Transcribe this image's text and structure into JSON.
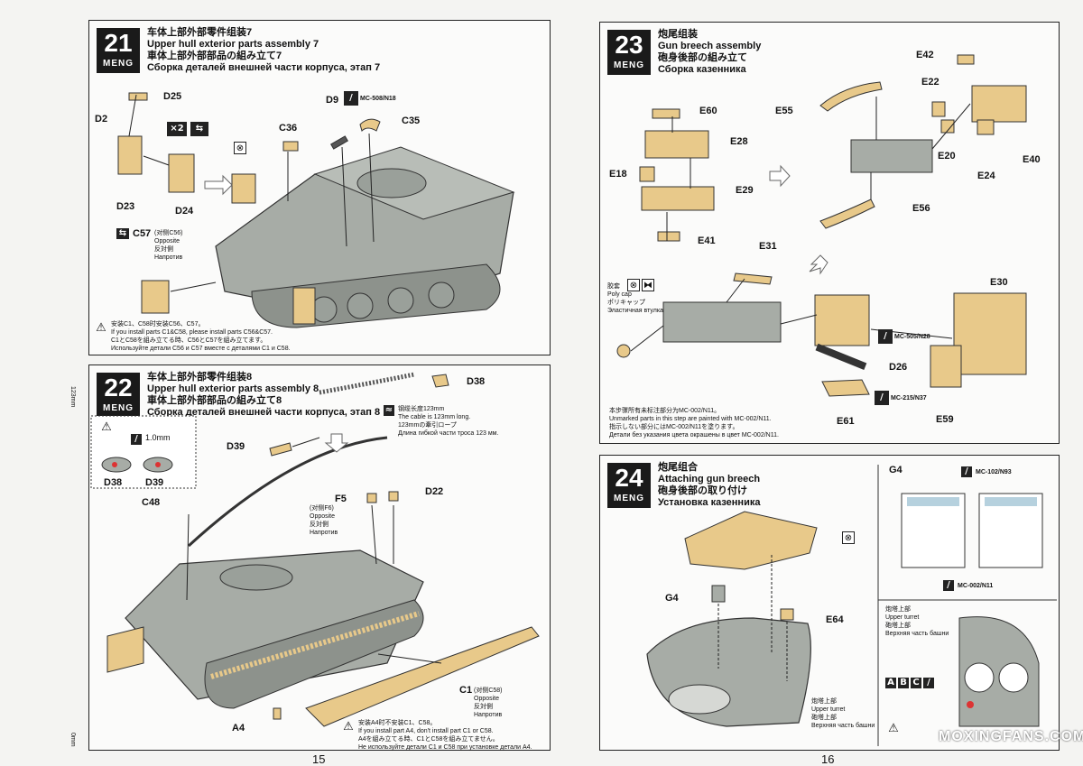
{
  "steps": [
    {
      "number": "21",
      "brand": "MENG",
      "title_cn": "车体上部外部零件组装7",
      "title_en": "Upper hull exterior parts assembly 7",
      "title_jp": "車体上部外部部品の組み立て7",
      "title_ru": "Сборка деталей внешней части корпуса, этап 7",
      "labels": {
        "d25": "D25",
        "d2": "D2",
        "d23": "D23",
        "d24": "D24",
        "c36": "C36",
        "d9": "D9",
        "c35": "C35",
        "c57": "C57"
      },
      "paint": "MC-508/N18",
      "x2": "×2",
      "c57_opposite": [
        "(对侧C56)",
        "Opposite",
        "反対側",
        "Напротив"
      ],
      "notes": [
        "安装C1、C58时安装C56、C57。",
        "If you install parts C1&C58, please install parts C56&C57.",
        "C1とC58を組み立てる時、C56とC57を組み立てます。",
        "Используйте детали C56 и C57 вместе с деталями C1 и C58."
      ]
    },
    {
      "number": "22",
      "brand": "MENG",
      "title_cn": "车体上部外部零件组装8",
      "title_en": "Upper hull exterior parts assembly 8",
      "title_jp": "車体上部外部部品の組み立て8",
      "title_ru": "Сборка деталей внешней части корпуса, этап 8",
      "labels": {
        "d38": "D38",
        "d39": "D39",
        "c48": "C48",
        "f5": "F5",
        "d22": "D22",
        "c1": "C1",
        "a4": "A4"
      },
      "drill": "1.0mm",
      "inset_labels": [
        "D38",
        "D39"
      ],
      "cable_note": [
        "钢缆长度123mm",
        "The cable is 123mm long.",
        "123mmの牽引ロープ",
        "Длина гибкой части троса 123 мм."
      ],
      "f5_opposite": [
        "(对侧F6)",
        "Opposite",
        "反対側",
        "Напротив"
      ],
      "c1_opposite": [
        "(对侧C58)",
        "Opposite",
        "反対側",
        "Напротив"
      ],
      "notes": [
        "安装A4时不安装C1、C58。",
        "If you install part A4, don't install part C1 or C58.",
        "A4を組み立てる時、C1とC58を組み立てません。",
        "Не используйте детали C1 и C58 при установке детали A4."
      ]
    },
    {
      "number": "23",
      "brand": "MENG",
      "title_cn": "炮尾组装",
      "title_en": "Gun breech assembly",
      "title_jp": "砲身後部の組み立て",
      "title_ru": "Сборка казенника",
      "labels": {
        "e60": "E60",
        "e28": "E28",
        "e18": "E18",
        "e29": "E29",
        "e41": "E41",
        "e55": "E55",
        "e42": "E42",
        "e22": "E22",
        "e20": "E20",
        "e24": "E24",
        "e40": "E40",
        "e56": "E56",
        "e31": "E31",
        "e30": "E30",
        "d26": "D26",
        "e61": "E61",
        "e59": "E59"
      },
      "polycap": [
        "胶套",
        "Poly cap",
        "ポリキャップ",
        "Эластичная втулка"
      ],
      "paint_1": "MC-505/N28",
      "paint_2": "MC-215/N37",
      "notes": [
        "本步骤所有未标注部分为MC-002/N11。",
        "Unmarked parts in this step are painted with MC-002/N11.",
        "指示しない部分にはMC-002/N11を塗ります。",
        "Детали без указания цвета окрашены в цвет MC-002/N11."
      ]
    },
    {
      "number": "24",
      "brand": "MENG",
      "title_cn": "炮尾组合",
      "title_en": "Attaching gun breech",
      "title_jp": "砲身後部の取り付け",
      "title_ru": "Установка казенника",
      "labels": {
        "g4": "G4",
        "e64": "E64"
      },
      "upper_turret": [
        "炮塔上部",
        "Upper turret",
        "砲塔上部",
        "Верхняя часть башни"
      ],
      "side": {
        "title": "G4",
        "paint_1": "MC-102/N93",
        "paint_2": "MC-002/N11",
        "turret": [
          "炮塔上部",
          "Upper turret",
          "砲塔上部",
          "Верхняя часть башни"
        ],
        "abc": [
          "A",
          "B",
          "C"
        ]
      }
    }
  ],
  "page_numbers": [
    "15",
    "16"
  ],
  "ruler": {
    "top": "123mm",
    "bottom": "0mm"
  },
  "watermark": "MOXINGFANS.COM",
  "colors": {
    "tan": "#e8c98a",
    "grey": "#a7aca6",
    "ink": "#1a1a1a"
  }
}
